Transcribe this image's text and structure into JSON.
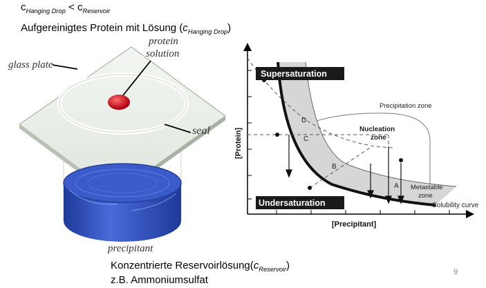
{
  "header": {
    "relation": {
      "c1": "c",
      "sub1": "Hanging Drop",
      "op": "<",
      "c2": "c",
      "sub2": "Reservoir"
    },
    "line2": {
      "text": "Aufgereinigtes Protein mit Lösung (",
      "c": "c",
      "sub": "Hanging Drop",
      "close": ")"
    }
  },
  "apparatus": {
    "glass_plate": "glass plate",
    "protein": "protein",
    "solution": "solution",
    "seal": "seal",
    "precipitant": "precipitant"
  },
  "footer": {
    "line1": {
      "text": "Konzentrierte Reservoirlösung(",
      "c": "c",
      "sub": "Reservoir",
      "close": ")"
    },
    "line2": "z.B. Ammoniumsulfat",
    "page_number": "9"
  },
  "phase_diagram": {
    "supersaturation": "Supersaturation",
    "undersaturation": "Undersaturation",
    "precipitation_zone": "Precipitation zone",
    "nucleation_zone": "Nucleation zone",
    "nucleation_line1": "Nucleation",
    "nucleation_line2": "zone",
    "metastable_line1": "Metastable",
    "metastable_line2": "zone",
    "solubility_curve": "Solubility curve",
    "y_label": "[Protein]",
    "x_label": "[Precipitant]",
    "point_a": "A",
    "point_b": "B",
    "point_c": "C",
    "point_d": "D"
  },
  "colors": {
    "drop": "#c8141c",
    "reservoir": "#2f4aa8",
    "zone_fill": "#d4d4d4",
    "label_box": "#1a1a1a"
  }
}
